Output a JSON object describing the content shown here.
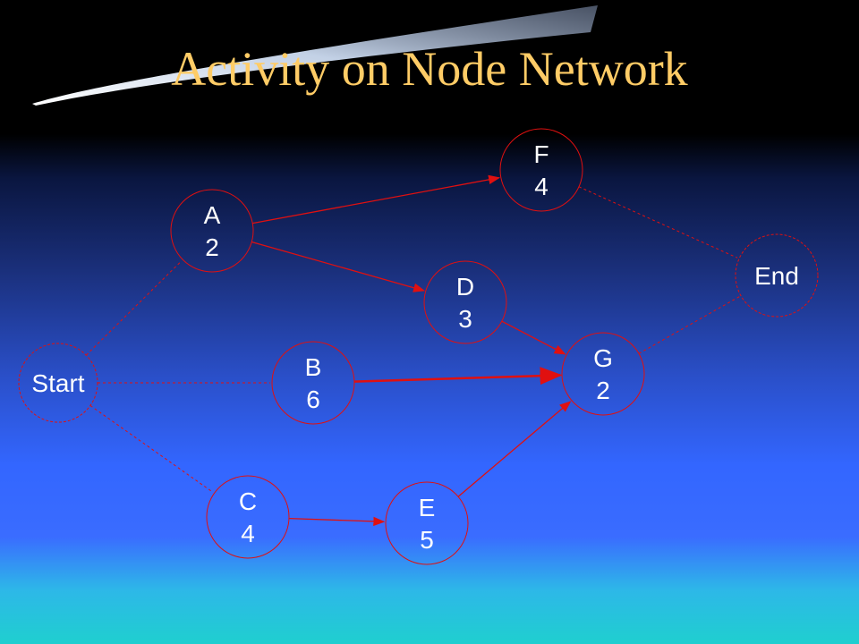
{
  "title": "Activity on Node Network",
  "colors": {
    "node_stroke": "#e01010",
    "critical_edge": "#e01010",
    "text": "#ffffff",
    "title": "#ffcc66"
  },
  "nodes": [
    {
      "id": "start",
      "name": "Start",
      "duration": ""
    },
    {
      "id": "a",
      "name": "A",
      "duration": "2"
    },
    {
      "id": "b",
      "name": "B",
      "duration": "6"
    },
    {
      "id": "c",
      "name": "C",
      "duration": "4"
    },
    {
      "id": "d",
      "name": "D",
      "duration": "3"
    },
    {
      "id": "e",
      "name": "E",
      "duration": "5"
    },
    {
      "id": "f",
      "name": "F",
      "duration": "4"
    },
    {
      "id": "g",
      "name": "G",
      "duration": "2"
    },
    {
      "id": "end",
      "name": "End",
      "duration": ""
    }
  ],
  "edges": [
    {
      "from": "start",
      "to": "a",
      "style": "dashed"
    },
    {
      "from": "start",
      "to": "b",
      "style": "dashed"
    },
    {
      "from": "start",
      "to": "c",
      "style": "dashed"
    },
    {
      "from": "a",
      "to": "f",
      "style": "arrow"
    },
    {
      "from": "a",
      "to": "d",
      "style": "arrow"
    },
    {
      "from": "b",
      "to": "g",
      "style": "arrow-bold"
    },
    {
      "from": "c",
      "to": "e",
      "style": "arrow"
    },
    {
      "from": "d",
      "to": "g",
      "style": "arrow"
    },
    {
      "from": "e",
      "to": "g",
      "style": "arrow"
    },
    {
      "from": "f",
      "to": "end",
      "style": "dashed"
    },
    {
      "from": "g",
      "to": "end",
      "style": "dashed"
    }
  ]
}
